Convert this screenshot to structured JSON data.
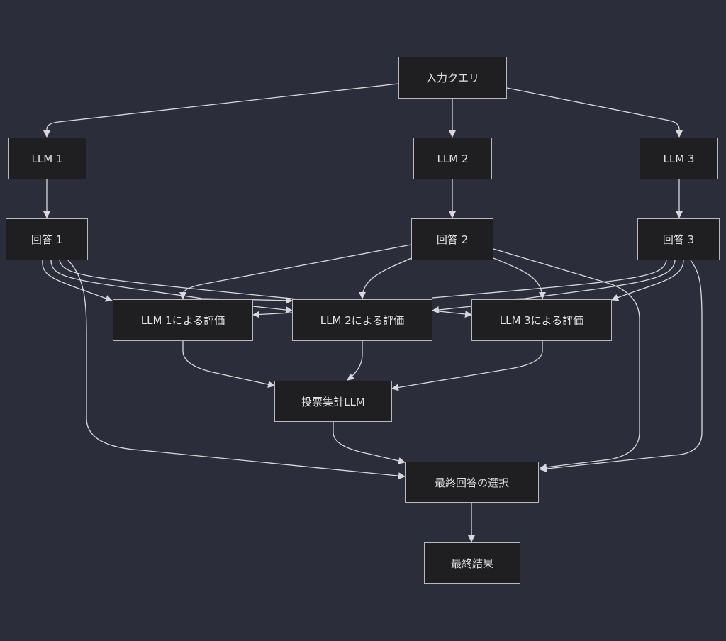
{
  "diagram": {
    "type": "flowchart",
    "nodes": {
      "query": "入力クエリ",
      "llm1": "LLM 1",
      "llm2": "LLM 2",
      "llm3": "LLM 3",
      "answer1": "回答 1",
      "answer2": "回答 2",
      "answer3": "回答 3",
      "eval1": "LLM 1による評価",
      "eval2": "LLM 2による評価",
      "eval3": "LLM 3による評価",
      "vote": "投票集計LLM",
      "select": "最終回答の選択",
      "result": "最終結果"
    },
    "edges": [
      [
        "query",
        "llm1"
      ],
      [
        "query",
        "llm2"
      ],
      [
        "query",
        "llm3"
      ],
      [
        "llm1",
        "answer1"
      ],
      [
        "llm2",
        "answer2"
      ],
      [
        "llm3",
        "answer3"
      ],
      [
        "answer1",
        "eval1"
      ],
      [
        "answer1",
        "eval2"
      ],
      [
        "answer1",
        "eval3"
      ],
      [
        "answer2",
        "eval1"
      ],
      [
        "answer2",
        "eval2"
      ],
      [
        "answer2",
        "eval3"
      ],
      [
        "answer3",
        "eval1"
      ],
      [
        "answer3",
        "eval2"
      ],
      [
        "answer3",
        "eval3"
      ],
      [
        "eval1",
        "eval2"
      ],
      [
        "eval2",
        "eval1"
      ],
      [
        "eval2",
        "eval3"
      ],
      [
        "eval3",
        "eval2"
      ],
      [
        "eval1",
        "vote"
      ],
      [
        "eval2",
        "vote"
      ],
      [
        "eval3",
        "vote"
      ],
      [
        "vote",
        "select"
      ],
      [
        "answer1",
        "select"
      ],
      [
        "answer2",
        "select"
      ],
      [
        "answer3",
        "select"
      ],
      [
        "select",
        "result"
      ]
    ],
    "colors": {
      "background": "#2b2d3b",
      "node_fill": "#1f1f21",
      "node_border": "#b8b8be",
      "edge": "#d8d8dc",
      "text": "#e0e0e4"
    }
  }
}
